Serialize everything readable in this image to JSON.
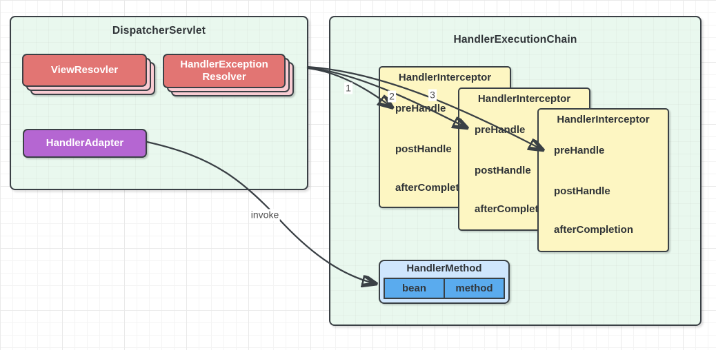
{
  "dispatcher": {
    "title": "DispatcherServlet",
    "view_resolver_label": "ViewResovler",
    "exception_resolver_label": "HandlerException Resolver",
    "handler_adapter_label": "HandlerAdapter"
  },
  "execution_chain": {
    "title": "HandlerExecutionChain",
    "interceptors": [
      {
        "title": "HandlerInterceptor",
        "methods": [
          "preHandle",
          "postHandle",
          "afterCompletion"
        ]
      },
      {
        "title": "HandlerInterceptor",
        "methods": [
          "preHandle",
          "postHandle",
          "afterCompletion"
        ]
      },
      {
        "title": "HandlerInterceptor",
        "methods": [
          "preHandle",
          "postHandle",
          "afterCompletion"
        ]
      }
    ],
    "handler_method": {
      "title": "HandlerMethod",
      "cells": [
        "bean",
        "method"
      ]
    }
  },
  "arrows": {
    "order_labels": [
      "1",
      "2",
      "3"
    ],
    "invoke_label": "invoke"
  },
  "colors": {
    "container_fill": "#e9f8ee",
    "shape_border": "#3a4045",
    "interceptor_fill": "#fdf6c2",
    "resolver_fill": "#e27573",
    "resolver_layer_fill": "#f9ccd3",
    "adapter_fill": "#b566d2",
    "method_header_fill": "#cfe6fd",
    "method_cell_fill": "#5aabee",
    "dark_text": "#2f3337",
    "light_text": "#ffffff",
    "annotation_text": "#4f4f4f"
  }
}
